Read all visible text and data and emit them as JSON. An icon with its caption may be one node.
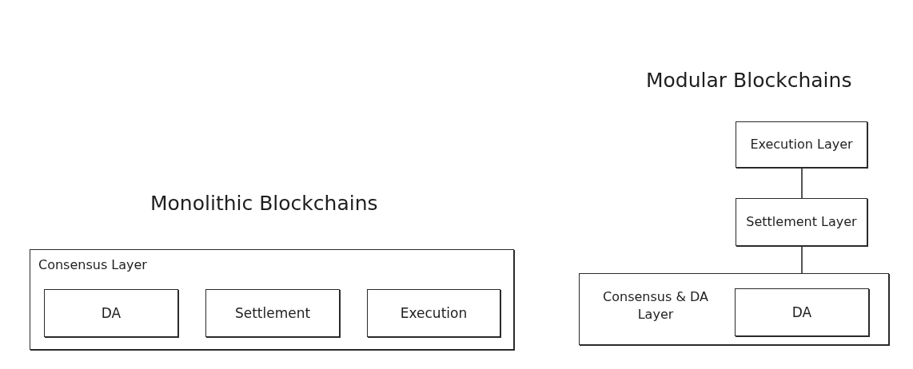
{
  "diagram": {
    "nodes": [
      {
        "text": [
          "Consensus Layer"
        ]
      },
      {
        "text": [
          "DA"
        ],
        "in": 0
      },
      {
        "text": [
          "Settlement"
        ],
        "in": 0
      },
      {
        "text": [
          "Execution"
        ],
        "in": 0
      },
      {
        "text": [
          "Execution Layer"
        ]
      },
      {
        "text": [
          "Settlement Layer"
        ]
      },
      {
        "text": [
          "Consensus & DA Layer"
        ]
      },
      {
        "text": [
          "DA"
        ],
        "in": 6
      }
    ],
    "edges": [
      {
        "from": 4,
        "to": 5,
        "arrow": "none"
      },
      {
        "from": 5,
        "to": 6,
        "arrow": "none"
      }
    ],
    "labels": [
      "Modular Blockchains",
      "Monolithic Blockchains"
    ]
  }
}
